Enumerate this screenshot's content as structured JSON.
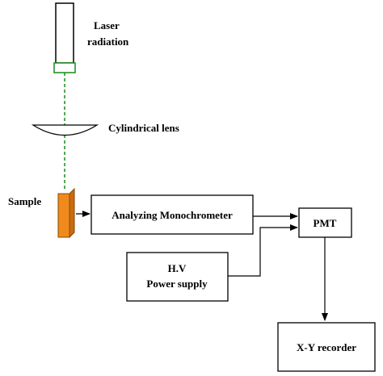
{
  "laser": {
    "label_line1": "Laser",
    "label_line2": "radiation"
  },
  "lens": {
    "label": "Cylindrical lens"
  },
  "sample": {
    "label": "Sample"
  },
  "monochromator": {
    "label": "Analyzing Monochrometer"
  },
  "pmt": {
    "label": "PMT"
  },
  "hv_supply": {
    "label_line1": "H.V",
    "label_line2": "Power supply"
  },
  "recorder": {
    "label": "X-Y recorder"
  },
  "colors": {
    "beam": "#1a8a1a",
    "sample": "#f08a1c",
    "stroke": "#000000"
  }
}
